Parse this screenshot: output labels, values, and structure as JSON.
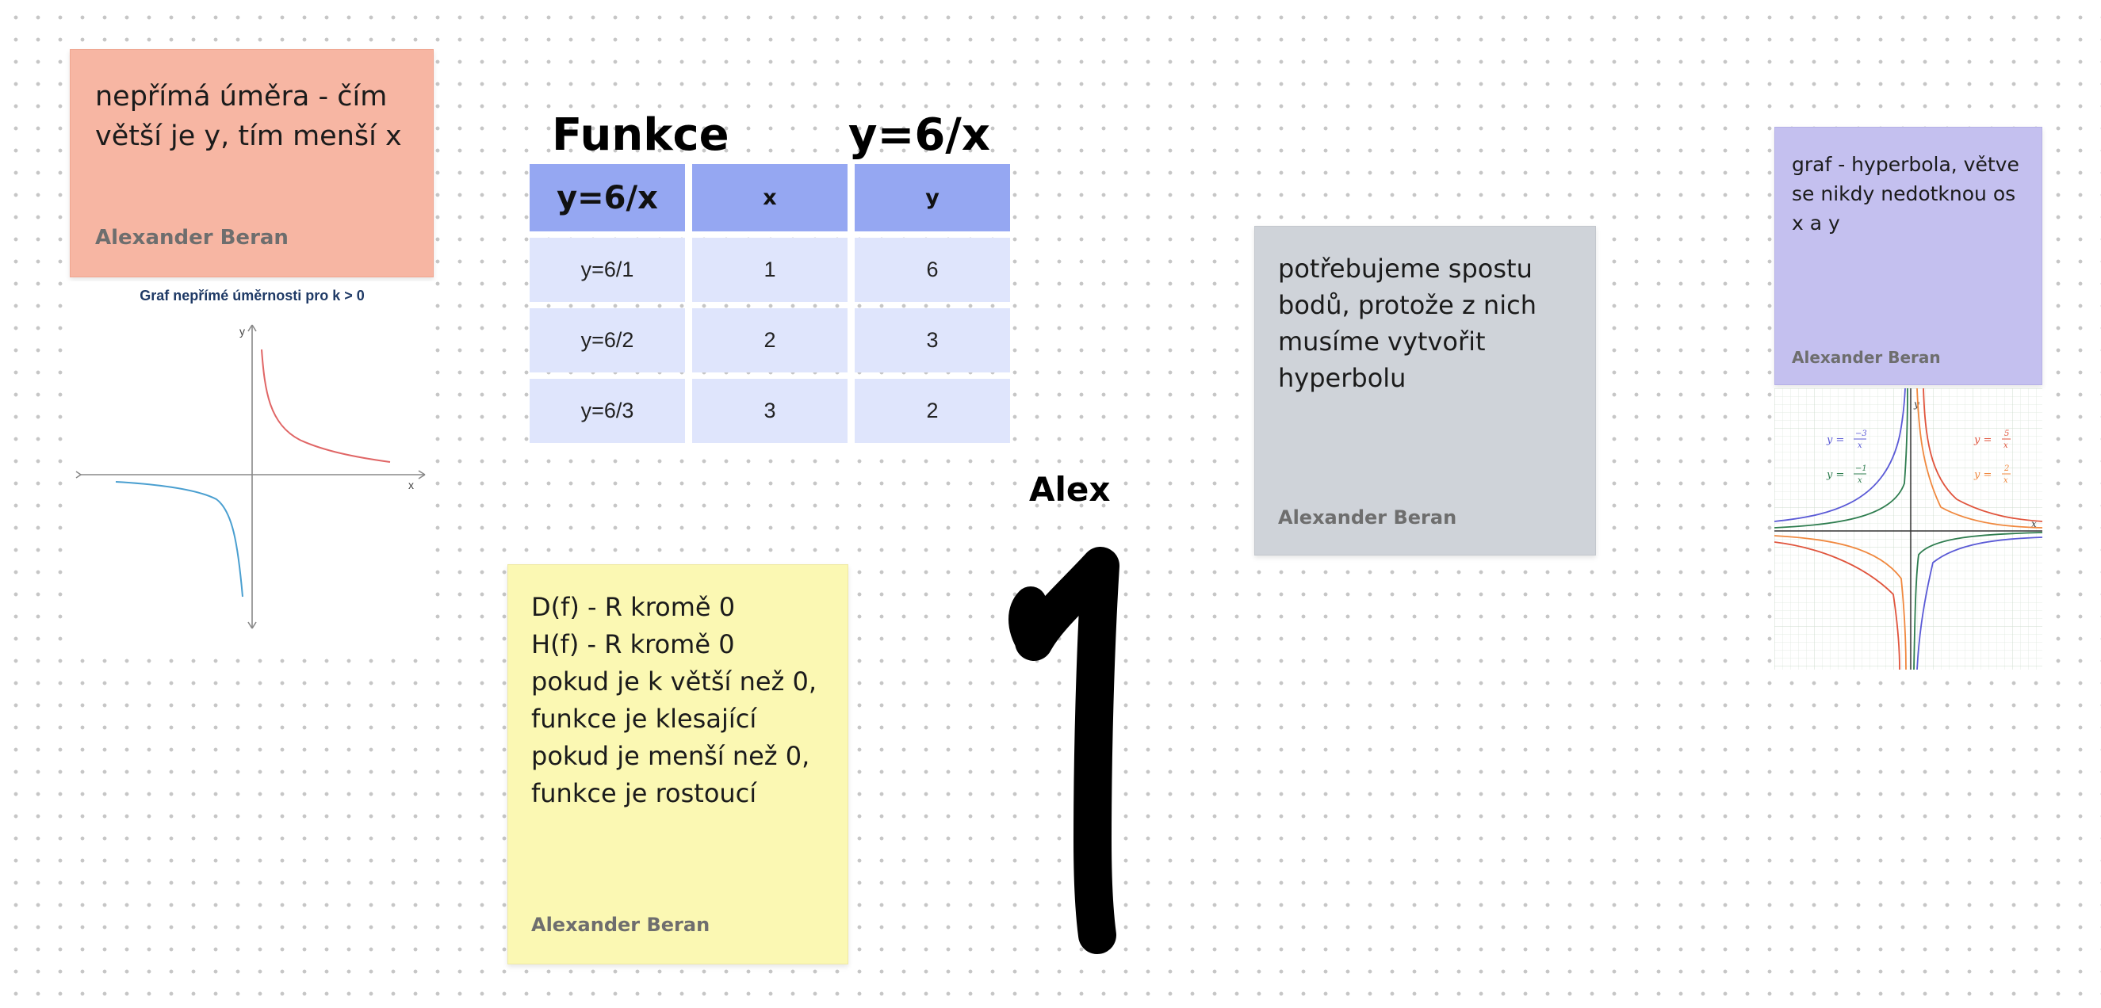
{
  "notes": {
    "salmon": {
      "text": "nepřímá úměra - čím větší je y, tím menší x",
      "author": "Alexander Beran",
      "color": "#f7b6a3"
    },
    "yellow": {
      "text": "D(f) - R kromě 0\nH(f) - R kromě 0\npokud je k větší než 0, funkce je klesající\npokud je menší než 0, funkce je rostoucí",
      "author": "Alexander Beran",
      "color": "#fbf8b3"
    },
    "gray": {
      "text": "potřebujeme spostu bodů, protože z nich musíme vytvořit hyperbolu",
      "author": "Alexander Beran",
      "color": "#cfd3d9"
    },
    "purple": {
      "text": "graf - hyperbola, větve se nikdy nedotknou os x a y",
      "author": "Alexander Beran",
      "color": "#c4c0ef"
    }
  },
  "headings": {
    "left": "Funkce",
    "right": "y=6/x",
    "alex": "Alex"
  },
  "table": {
    "headers": [
      "y=6/x",
      "x",
      "y"
    ],
    "rows": [
      [
        "y=6/1",
        "1",
        "6"
      ],
      [
        "y=6/2",
        "2",
        "3"
      ],
      [
        "y=6/3",
        "3",
        "2"
      ]
    ],
    "header_color": "#95a7f2",
    "cell_color": "#dfe5fc"
  },
  "graph": {
    "caption": "Graf nepřímé úměrnosti pro k > 0",
    "x_label": "x",
    "y_label": "y",
    "positive_branch_color": "#e06666",
    "negative_branch_color": "#4a9fd0"
  },
  "hyperbola_image": {
    "labels": {
      "y_neg3": "−3",
      "y_neg1": "−1",
      "y_pos5": "5",
      "y_pos2": "2",
      "y_prefix": "y =",
      "denominator": "x",
      "axis_x": "x",
      "axis_y": "y"
    },
    "colors": {
      "blue": "#5a5ad6",
      "green": "#2e7d4f",
      "red": "#e0543c",
      "orange": "#f0883e"
    }
  },
  "drawing": {
    "glyph": "1"
  }
}
